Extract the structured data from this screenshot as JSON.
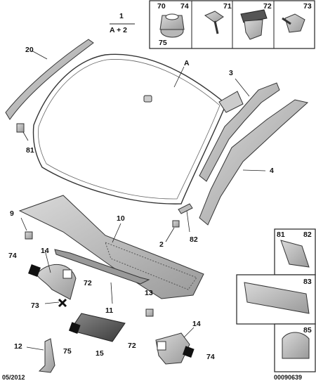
{
  "header": {
    "ref": "1",
    "sub": "A + 2"
  },
  "callouts": {
    "c20": "20",
    "cA": "A",
    "c3": "3",
    "c4": "4",
    "c81": "81",
    "c9": "9",
    "c10": "10",
    "c2": "2",
    "c82": "82",
    "c74a": "74",
    "c14a": "14",
    "c72a": "72",
    "c73": "73",
    "c11": "11",
    "c13": "13",
    "c75": "75",
    "c15": "15",
    "c12": "12",
    "c14b": "14",
    "c72b": "72",
    "c74b": "74"
  },
  "parts_box_top": {
    "l70": "70",
    "l74": "74",
    "l75": "75",
    "l71": "71",
    "l72": "72",
    "l73": "73"
  },
  "side_boxes": {
    "l81": "81",
    "l82": "82",
    "l83": "83",
    "l85": "85"
  },
  "footer": {
    "date": "05/2012",
    "code": "00090639"
  }
}
